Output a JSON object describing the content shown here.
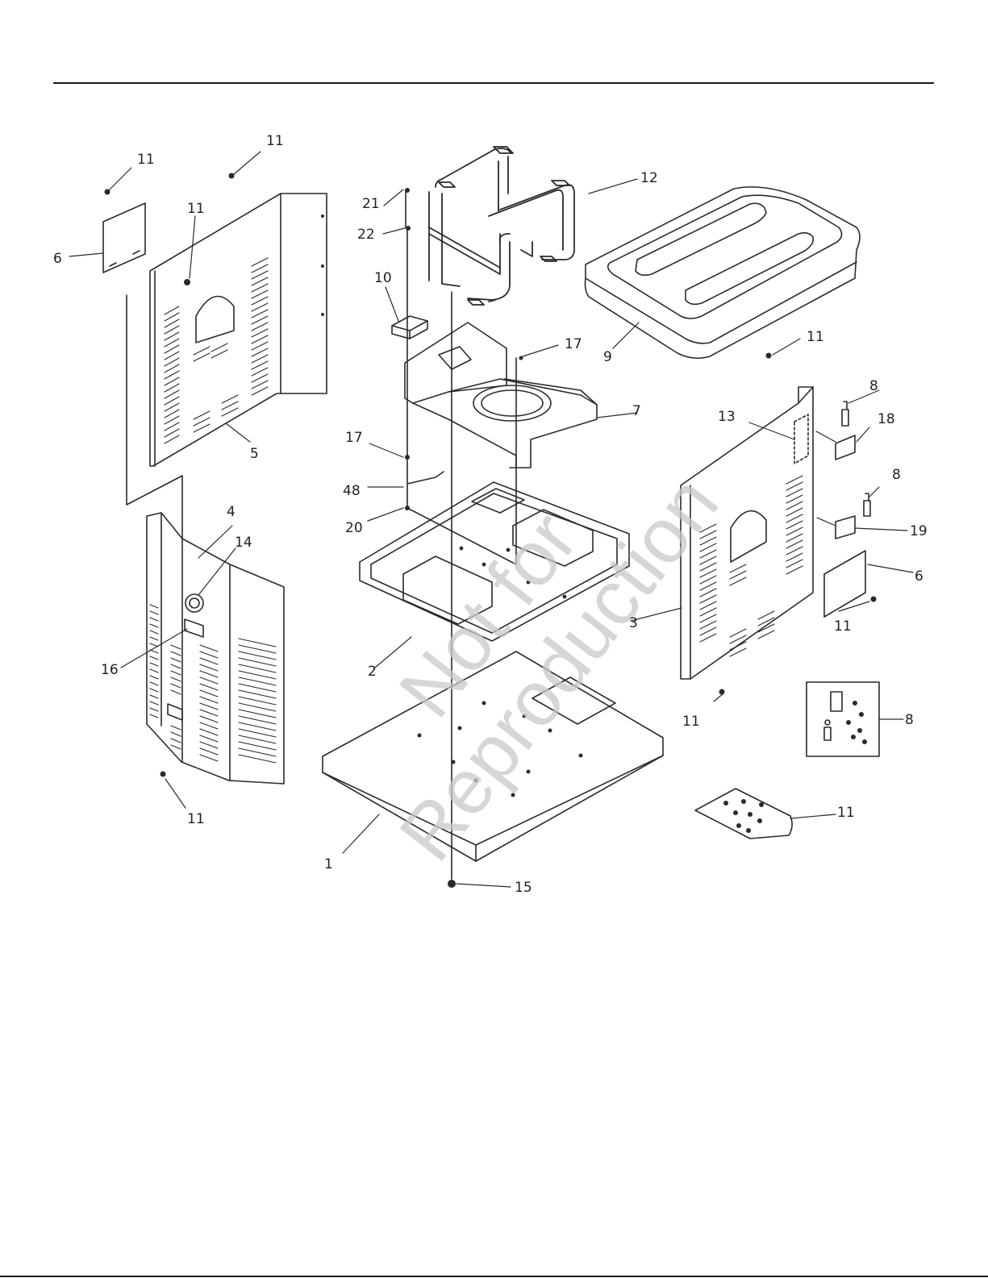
{
  "watermark": {
    "line1": "Not for",
    "line2": "Reproduction"
  },
  "callouts": {
    "c1": "1",
    "c2": "2",
    "c3": "3",
    "c4": "4",
    "c5": "5",
    "c6a": "6",
    "c6b": "6",
    "c7": "7",
    "c8a": "8",
    "c8b": "8",
    "c8c": "8",
    "c9": "9",
    "c10": "10",
    "c11a": "11",
    "c11b": "11",
    "c11c": "11",
    "c11d": "11",
    "c11e": "11",
    "c11f": "11",
    "c11g": "11",
    "c11h": "11",
    "c12": "12",
    "c13": "13",
    "c14": "14",
    "c15": "15",
    "c16": "16",
    "c17a": "17",
    "c17b": "17",
    "c18": "18",
    "c19": "19",
    "c20": "20",
    "c21": "21",
    "c22": "22",
    "c48": "48"
  },
  "colors": {
    "line": "#2a2a2a",
    "watermark": "#c9c9c9",
    "background": "#ffffff"
  }
}
